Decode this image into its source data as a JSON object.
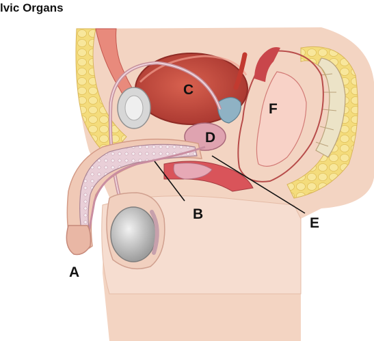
{
  "title": "lvic Organs",
  "labels": {
    "a": "A",
    "b": "B",
    "c": "C",
    "d": "D",
    "e": "E",
    "f": "F"
  },
  "colors": {
    "fat": "#f4dc7c",
    "muscle": "#d9545a",
    "bladder": "#c9483e",
    "skin": "#f2d2bf",
    "tissue": "#e8b7c6",
    "bone": "#e6e0cc",
    "testis": "#c8c8c8"
  }
}
